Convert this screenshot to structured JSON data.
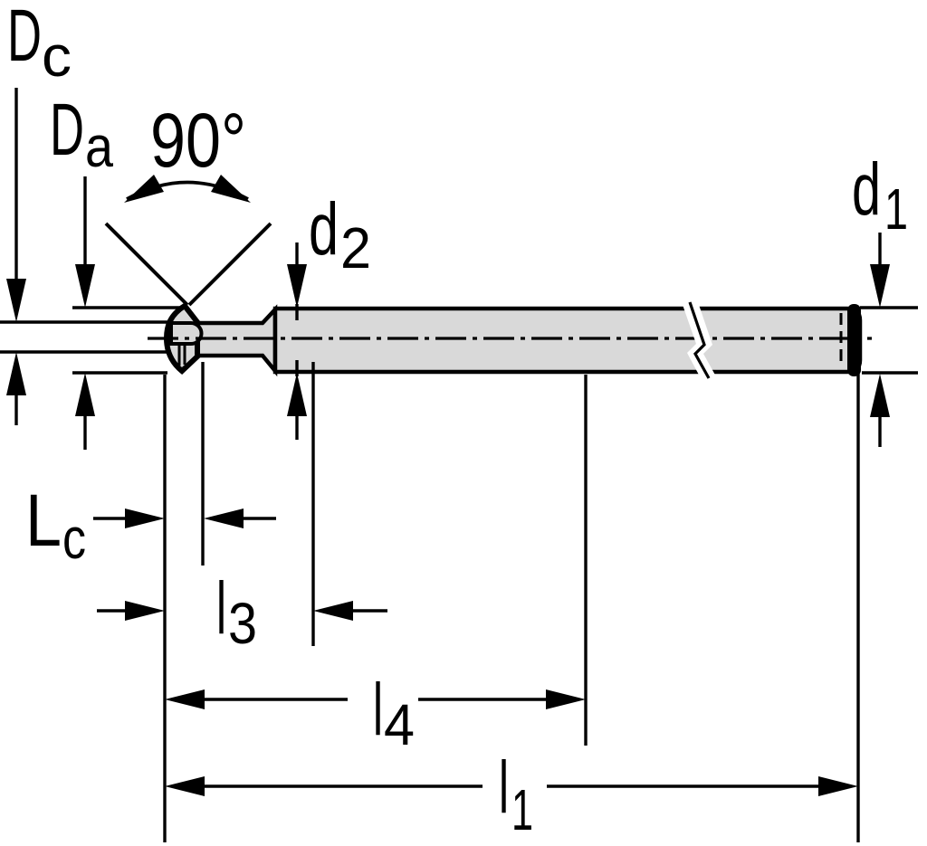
{
  "drawing": {
    "title": "tool-dimension-diagram",
    "background": "#ffffff",
    "line_color": "#000000",
    "body_fill": "#d9d9d9"
  },
  "labels": {
    "cutting_diameter": {
      "main": "D",
      "sub": "c"
    },
    "head_diameter": {
      "main": "D",
      "sub": "a"
    },
    "point_angle": {
      "text": "90°"
    },
    "front_shank_diameter": {
      "main": "d",
      "sub": "2"
    },
    "shank_diameter": {
      "main": "d",
      "sub": "1"
    },
    "cutting_length": {
      "main": "L",
      "sub": "c"
    },
    "neck_length": {
      "main": "l",
      "sub": "3"
    },
    "reach_length": {
      "main": "l",
      "sub": "4"
    },
    "overall_length": {
      "main": "l",
      "sub": "1"
    }
  }
}
